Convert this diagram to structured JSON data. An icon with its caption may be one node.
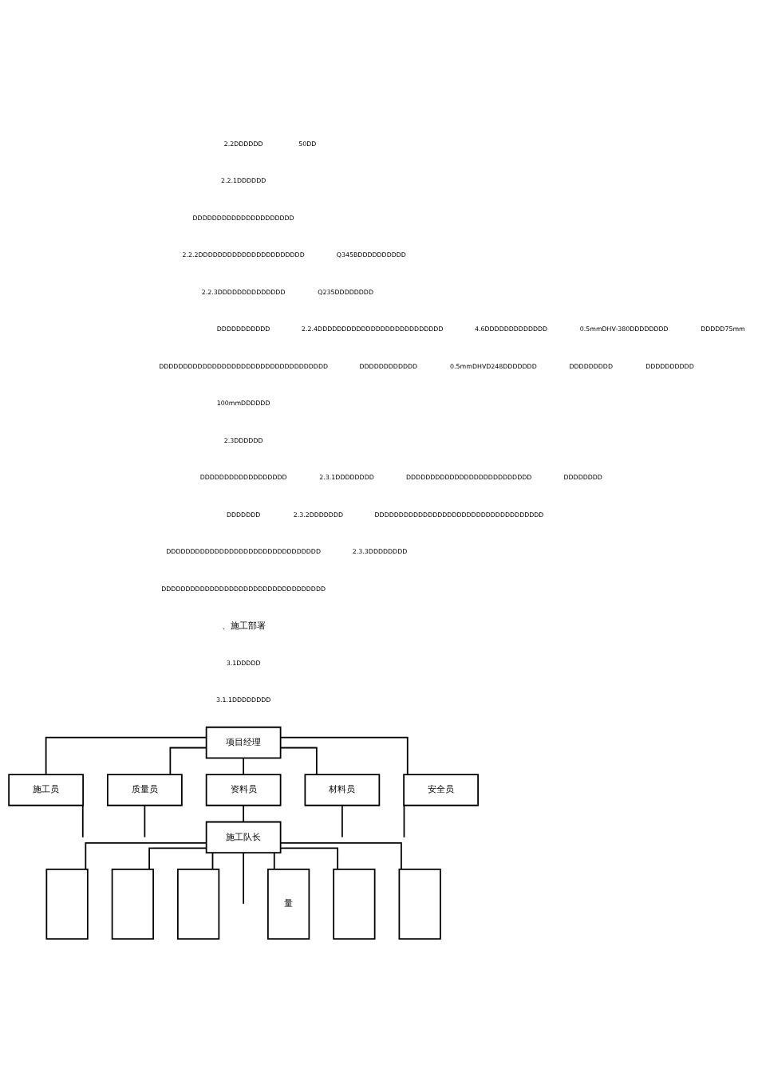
{
  "diagram": {
    "nodes": [
      {
        "text": [
          "项目经理"
        ]
      },
      {
        "text": [
          "施工员"
        ]
      },
      {
        "text": [
          "质量员"
        ]
      },
      {
        "text": [
          "资料员"
        ]
      },
      {
        "text": [
          "材料员"
        ]
      },
      {
        "text": [
          "安全员"
        ]
      },
      {
        "text": [
          "施工队长"
        ]
      },
      {
        "text": [],
        "shape": "box"
      },
      {
        "text": [],
        "shape": "box"
      },
      {
        "text": [],
        "shape": "box"
      },
      {
        "text": [
          "量"
        ]
      },
      {
        "text": [],
        "shape": "box"
      },
      {
        "text": [],
        "shape": "box"
      }
    ],
    "edges": [
      {
        "from": 0,
        "to": 1,
        "arrow": "none"
      },
      {
        "from": 0,
        "to": 2,
        "arrow": "none"
      },
      {
        "from": 0,
        "to": 3,
        "arrow": "none"
      },
      {
        "from": 0,
        "to": 4,
        "arrow": "none"
      },
      {
        "from": 0,
        "to": 5,
        "arrow": "none"
      },
      {
        "from": 1,
        "to": null,
        "arrow": "none"
      },
      {
        "from": 2,
        "to": null,
        "arrow": "none"
      },
      {
        "from": 3,
        "to": 6,
        "arrow": "none"
      },
      {
        "from": 4,
        "to": null,
        "arrow": "none"
      },
      {
        "from": 5,
        "to": null,
        "arrow": "none"
      },
      {
        "from": 6,
        "to": 7,
        "arrow": "none"
      },
      {
        "from": 6,
        "to": 8,
        "arrow": "none"
      },
      {
        "from": 6,
        "to": 9,
        "arrow": "none"
      },
      {
        "from": 6,
        "to": null,
        "arrow": "none"
      },
      {
        "from": 6,
        "to": 10,
        "arrow": "none"
      },
      {
        "from": 6,
        "to": 11,
        "arrow": "none"
      },
      {
        "from": 6,
        "to": 12,
        "arrow": "none"
      }
    ],
    "labels": [
      "2.2DDDDDD",
      "50DD",
      "2.2.1DDDDDD",
      "DDDDDDDDDDDDDDDDDDDDD",
      "2.2.2DDDDDDDDDDDDDDDDDDDDDD",
      "Q345BDDDDDDDDDD",
      "2.2.3DDDDDDDDDDDDDD",
      "Q235DDDDDDDD",
      "DDDDDDDDDDD",
      "2.2.4DDDDDDDDDDDDDDDDDDDDDDDDDD",
      "4.6DDDDDDDDDDDDD",
      "0.5mmDHV-380DDDDDDDD",
      "DDDDD75mm",
      "DDDDDDDDDDDDDDDDDDDDDDDDDDDDDDDDDDD",
      "DDDDDDDDDDDD",
      "0.5mmDHVD248DDDDDDD",
      "DDDDDDDDD",
      "DDDDDDDDDD",
      "100mmDDDDDD",
      "2.3DDDDDD",
      "DDDDDDDDDDDDDDDDDD",
      "2.3.1DDDDDDDD",
      "DDDDDDDDDDDDDDDDDDDDDDDDDD",
      "DDDDDDDD",
      "DDDDDDD",
      "2.3.2DDDDDDD",
      "DDDDDDDDDDDDDDDDDDDDDDDDDDDDDDDDDDD",
      "DDDDDDDDDDDDDDDDDDDDDDDDDDDDDDDD",
      "2.3.3DDDDDDDD",
      "DDDDDDDDDDDDDDDDDDDDDDDDDDDDDDDDDD",
      "、施工部署",
      "3.1DDDDD",
      "3.1.1DDDDDDDD"
    ]
  }
}
